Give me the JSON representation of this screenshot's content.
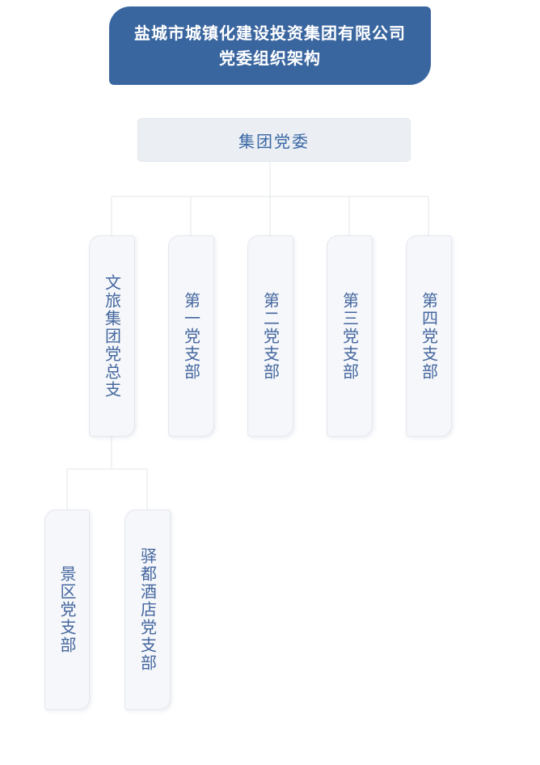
{
  "title": {
    "line1": "盐城市城镇化建设投资集团有限公司",
    "line2": "党委组织架构"
  },
  "root": {
    "label": "集团党委"
  },
  "level2": [
    {
      "label": "文旅集团党总支"
    },
    {
      "label": "第一党支部"
    },
    {
      "label": "第二党支部"
    },
    {
      "label": "第三党支部"
    },
    {
      "label": "第四党支部"
    }
  ],
  "level3": [
    {
      "label": "景区党支部"
    },
    {
      "label": "驿都酒店党支部"
    }
  ],
  "colors": {
    "title_bg": "#3A66A0",
    "title_text": "#FFFFFF",
    "root_bg": "#EBEEF3",
    "node_bg": "#F5F7FA",
    "node_border": "#E4E7ED",
    "node_text": "#45679F",
    "connector": "#E2E4E9"
  }
}
